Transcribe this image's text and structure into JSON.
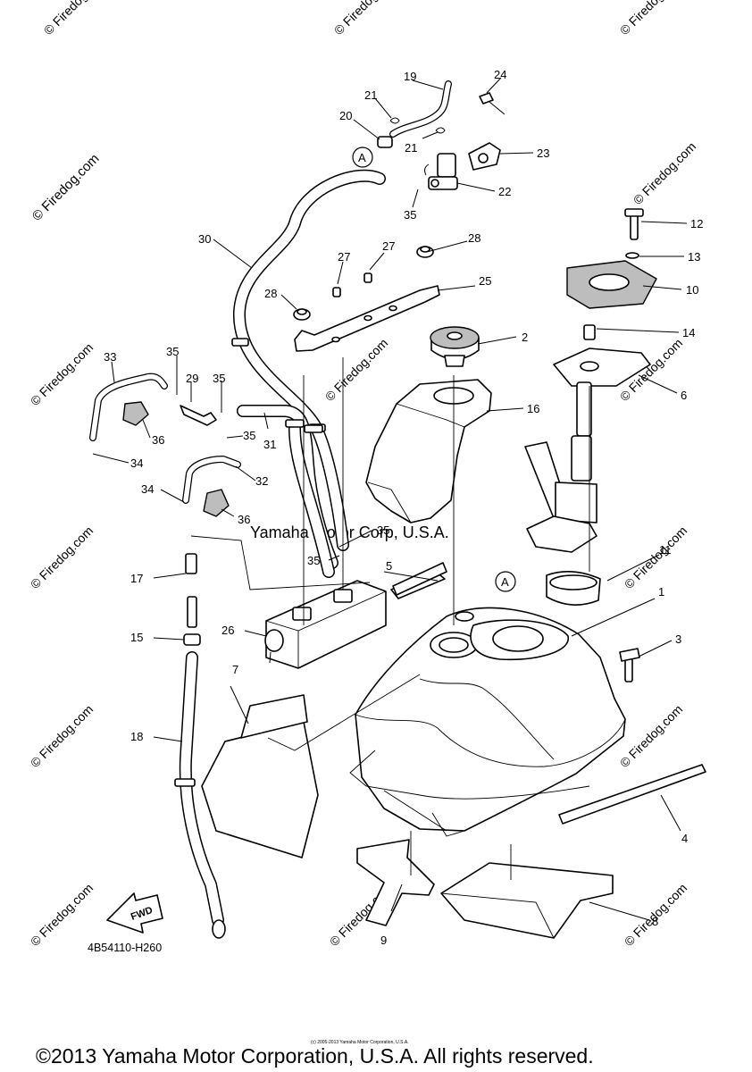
{
  "watermarks": {
    "site": "© Firedog.com",
    "center": "Yamaha Motor Corp, U.S.A."
  },
  "diagram_code": "4B54110-H260",
  "fwd_label": "FWD",
  "connector_label": "A",
  "callouts": {
    "c1": "1",
    "c2": "2",
    "c3": "3",
    "c4": "4",
    "c5": "5",
    "c6": "6",
    "c7": "7",
    "c8": "8",
    "c9": "9",
    "c10": "10",
    "c11": "11",
    "c12": "12",
    "c13": "13",
    "c14": "14",
    "c15": "15",
    "c16": "16",
    "c17": "17",
    "c18": "18",
    "c19": "19",
    "c20": "20",
    "c21a": "21",
    "c21b": "21",
    "c22": "22",
    "c23": "23",
    "c24": "24",
    "c25": "25",
    "c26": "26",
    "c27a": "27",
    "c27b": "27",
    "c28a": "28",
    "c28b": "28",
    "c29": "29",
    "c30": "30",
    "c31": "31",
    "c32": "32",
    "c33": "33",
    "c34a": "34",
    "c34b": "34",
    "c35a": "35",
    "c35b": "35",
    "c35c": "35",
    "c35d": "35",
    "c35e": "35",
    "c35f": "35",
    "c36a": "36",
    "c36b": "36"
  },
  "footer": "©2013 Yamaha Motor Corporation, U.S.A. All rights reserved.",
  "fine_print": "(c) 2005-2013 Yamaha Motor Corporation, U.S.A."
}
